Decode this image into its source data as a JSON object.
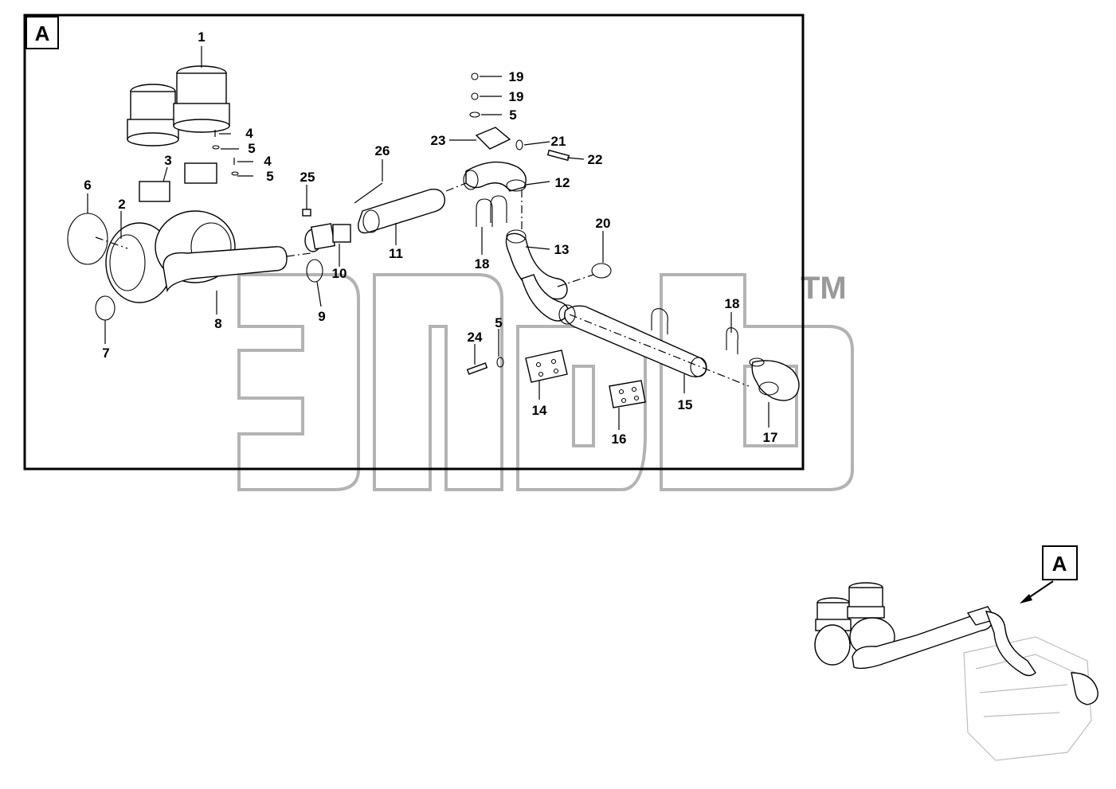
{
  "view": {
    "tag": "A",
    "parts": [
      {
        "label": "1"
      },
      {
        "label": "2"
      },
      {
        "label": "3"
      },
      {
        "label": "4"
      },
      {
        "label": "5"
      },
      {
        "label": "4"
      },
      {
        "label": "5"
      },
      {
        "label": "6"
      },
      {
        "label": "7"
      },
      {
        "label": "8"
      },
      {
        "label": "9"
      },
      {
        "label": "10"
      },
      {
        "label": "11"
      },
      {
        "label": "12"
      },
      {
        "label": "13"
      },
      {
        "label": "14"
      },
      {
        "label": "15"
      },
      {
        "label": "16"
      },
      {
        "label": "17"
      },
      {
        "label": "18"
      },
      {
        "label": "18"
      },
      {
        "label": "19"
      },
      {
        "label": "19"
      },
      {
        "label": "5"
      },
      {
        "label": "20"
      },
      {
        "label": "21"
      },
      {
        "label": "22"
      },
      {
        "label": "23"
      },
      {
        "label": "24"
      },
      {
        "label": "5"
      },
      {
        "label": "25"
      },
      {
        "label": "26"
      }
    ]
  },
  "overview": {
    "tag": "A"
  },
  "watermark": {
    "mark": "TM"
  },
  "colors": {
    "line": "#000000",
    "watermark": "#9a9a9a",
    "background": "#ffffff"
  }
}
